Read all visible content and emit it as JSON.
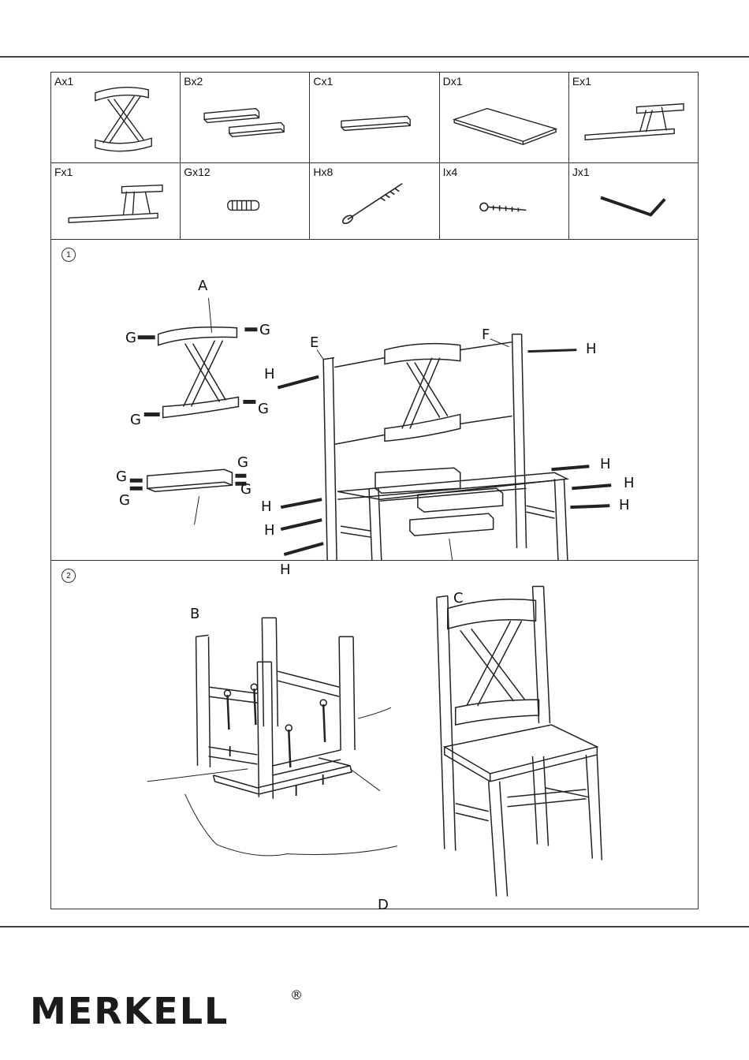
{
  "parts": [
    {
      "label": "Ax1",
      "icon": "backrest-x-frame-icon"
    },
    {
      "label": "Bx2",
      "icon": "side-rail-pair-icon"
    },
    {
      "label": "Cx1",
      "icon": "front-rail-icon"
    },
    {
      "label": "Dx1",
      "icon": "seat-board-icon"
    },
    {
      "label": "Ex1",
      "icon": "left-leg-frame-icon"
    },
    {
      "label": "Fx1",
      "icon": "right-leg-frame-icon"
    },
    {
      "label": "Gx12",
      "icon": "dowel-icon"
    },
    {
      "label": "Hx8",
      "icon": "long-bolt-icon"
    },
    {
      "label": "Ix4",
      "icon": "short-screw-icon"
    },
    {
      "label": "Jx1",
      "icon": "allen-key-icon"
    }
  ],
  "step1": {
    "number": "1",
    "callouts": {
      "A": "A",
      "B": "B",
      "C": "C",
      "E": "E",
      "F": "F",
      "G1": "G",
      "G2": "G",
      "G3": "G",
      "G4": "G",
      "G5": "G",
      "G6": "G",
      "G7": "G",
      "G8": "G",
      "H1": "H",
      "H2": "H",
      "H3": "H",
      "H4": "H",
      "H5": "H",
      "H6": "H",
      "H7": "H",
      "H8": "H"
    }
  },
  "step2": {
    "number": "2",
    "callouts": {
      "I1": "I",
      "I2": "I",
      "I3": "I",
      "D": "D"
    }
  },
  "brand": {
    "name": "MERKELL",
    "mark": "®"
  }
}
